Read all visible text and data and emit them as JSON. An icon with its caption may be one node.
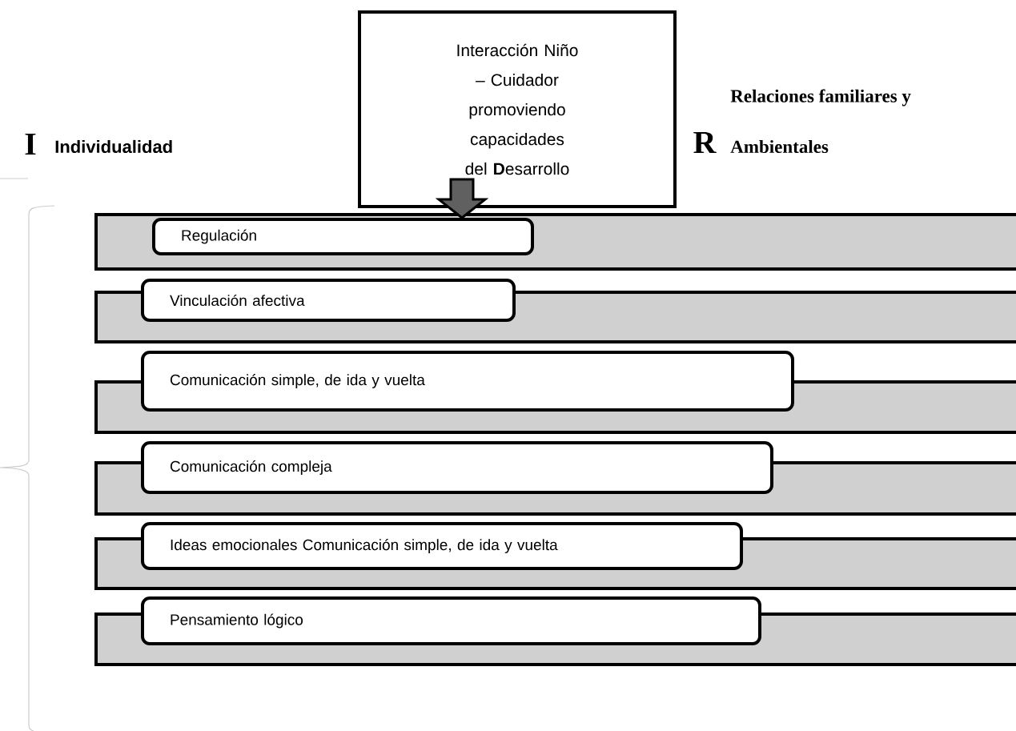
{
  "diagram": {
    "nodes": [
      {
        "text": [
          "Interacción Niño – Cuidador promoviendo capacidades del **D**esarrollo"
        ]
      },
      {
        "text": [
          "Regulación"
        ]
      },
      {
        "text": [
          "Vinculación afectiva"
        ]
      },
      {
        "text": [
          "Comunicación simple, de ida y vuelta"
        ]
      },
      {
        "text": [
          "Comunicación compleja"
        ]
      },
      {
        "text": [
          "Ideas emocionales Comunicación simple, de ida y vuelta"
        ]
      },
      {
        "text": [
          "Pensamiento lógico"
        ]
      }
    ],
    "edges": [
      {
        "from": 0,
        "to": 1,
        "arrow": "to"
      }
    ],
    "labels": [
      "I",
      "Individualidad",
      "Relaciones familiares y",
      "R",
      "Ambientales"
    ]
  }
}
